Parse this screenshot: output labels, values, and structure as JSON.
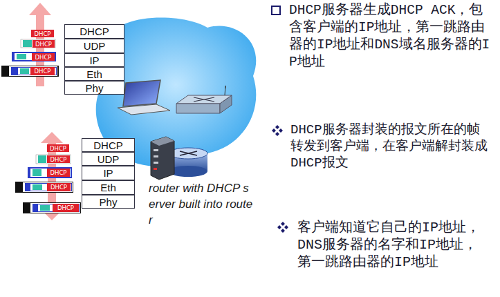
{
  "diagram": {
    "nodes": [
      {
        "text": [
          "DHCP"
        ]
      },
      {
        "text": [
          "DHCP"
        ]
      },
      {
        "text": [
          "DHCP"
        ]
      },
      {
        "text": [
          "DHCP"
        ]
      },
      {
        "text": [
          "DHCP"
        ]
      },
      {
        "text": [
          "UDP"
        ]
      },
      {
        "text": [
          "IP"
        ]
      },
      {
        "text": [
          "Eth"
        ]
      },
      {
        "text": [
          "Phy"
        ]
      },
      {
        "text": [
          "DHCP"
        ]
      },
      {
        "text": [
          "DHCP"
        ]
      },
      {
        "text": [
          "DHCP"
        ]
      },
      {
        "text": [
          "DHCP"
        ]
      },
      {
        "text": [
          "DHCP"
        ]
      },
      {
        "text": [
          "DHCP"
        ]
      },
      {
        "text": [
          "UDP"
        ]
      },
      {
        "text": [
          "IP"
        ]
      },
      {
        "text": [
          "Eth"
        ]
      },
      {
        "text": [
          "Phy"
        ]
      }
    ],
    "labels": [
      "DHCP服务器生成DHCP ACK，包含客户端的IP地址，第一跳路由器的IP地址和DNS域名服务器的IP地址",
      "DHCP服务器封装的报文所在的帧转发到客户端，在客户端解封装成DHCP报文",
      "客户端知道它自己的IP地址，DNS服务器的名字和IP地址，第一跳路由器的IP地址",
      "router with DHCP server built into router"
    ]
  }
}
